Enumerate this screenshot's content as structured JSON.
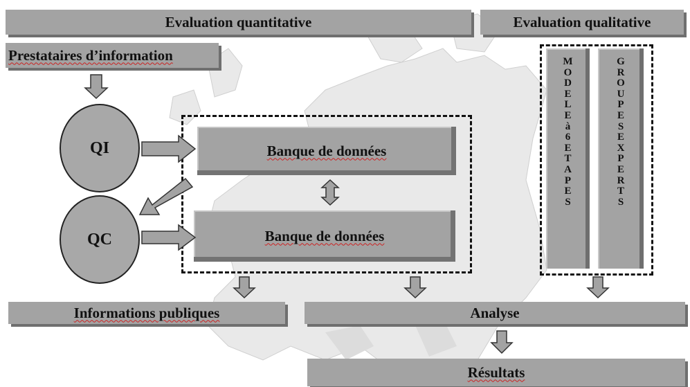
{
  "header": {
    "quantitative": "Evaluation quantitative",
    "qualitative": "Evaluation qualitative"
  },
  "providers": "Prestataires d’information",
  "qi": "QI",
  "qc": "QC",
  "db_top": "Banque de données",
  "db_bottom": "Banque de données",
  "col_model": [
    "M",
    "O",
    "D",
    "E",
    "L",
    "E",
    "à",
    "6",
    "E",
    "T",
    "A",
    "P",
    "E",
    "S"
  ],
  "col_groups": [
    "G",
    "R",
    "O",
    "U",
    "P",
    "E",
    "S",
    "E",
    "X",
    "P",
    "E",
    "R",
    "T",
    "S"
  ],
  "public_info": "Informations publiques",
  "analysis": "Analyse",
  "results": "Résultats"
}
